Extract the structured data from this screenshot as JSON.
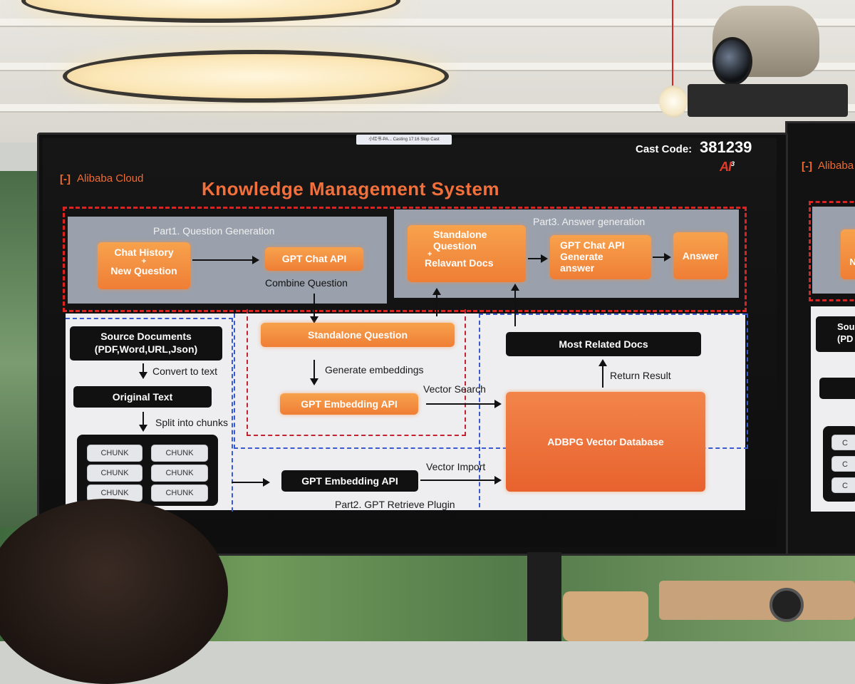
{
  "header": {
    "cast_pill": "小红书-PA... Casting 17:16  Stop Cast",
    "cast_label": "Cast Code:",
    "cast_code": "381239",
    "brand": "Alibaba Cloud",
    "brand_icon": "[-]",
    "side_brand": "Alibaba",
    "event_logo": "AI",
    "event_logo_sup": "3"
  },
  "diagram": {
    "title": "Knowledge Management System",
    "part1": {
      "label": "Part1. Question Generation",
      "input_line1": "Chat History",
      "input_plus": "+",
      "input_line2": "New Question",
      "api": "GPT Chat API",
      "edge_label": "Combine Question"
    },
    "part3": {
      "label": "Part3. Answer generation",
      "input_line1": "Standalone",
      "input_line2": "Question",
      "input_plus": "+",
      "input_line3": "Relavant Docs",
      "api_line1": "GPT Chat API",
      "api_line2": "Generate",
      "api_line3": "answer",
      "output": "Answer"
    },
    "part2": {
      "label": "Part2. GPT Retrieve Plugin",
      "source_line1": "Source Documents",
      "source_line2": "(PDF,Word,URL,Json)",
      "convert_label": "Convert to text",
      "original_text": "Original Text",
      "split_label": "Split into chunks",
      "chunks": [
        "CHUNK",
        "CHUNK",
        "CHUNK",
        "CHUNK",
        "CHUNK",
        "CHUNK"
      ],
      "embed_api_bottom": "GPT Embedding API",
      "vector_import": "Vector Import",
      "standalone": "Standalone Question",
      "generate_embeddings": "Generate embeddings",
      "embed_api_top": "GPT Embedding API",
      "vector_search": "Vector Search",
      "database": "ADBPG Vector Database",
      "return_result": "Return Result",
      "most_related": "Most Related Docs"
    },
    "side_partial": {
      "src": "Sou",
      "src2": "(PD",
      "ch1": "C",
      "ch2": "C",
      "ch3": "C",
      "n": "N"
    }
  },
  "colors": {
    "accent_orange": "#f2703b",
    "dashed_red": "#dd2222",
    "dashed_blue": "#3a5bd0",
    "panel_gray": "#9aa1ac"
  }
}
